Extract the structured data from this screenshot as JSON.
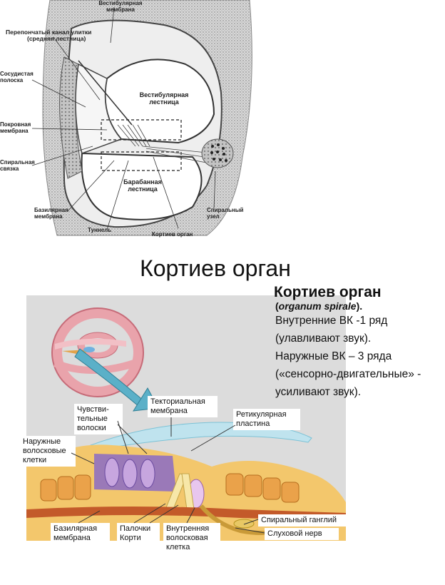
{
  "top_diagram": {
    "labels": {
      "vestibular_membrane": "Вестибулярная мембрана",
      "cochlear_duct": "Перепончатый канал улитки",
      "cochlear_duct_note": "(средняя лестница)",
      "stria_vascularis": "Сосудистая полоска",
      "tectorial_membrane": "Покровная мембрана",
      "spiral_ligament": "Спиральная связка",
      "basilar_membrane": "Базилярная мембрана",
      "tunnel": "Туннель",
      "organ_corti": "Кортиев орган",
      "spiral_ganglion": "Спиральный узел",
      "scala_vestibuli": "Вестибулярная лестница",
      "scala_tympani": "Барабанная лестница"
    }
  },
  "slide": {
    "title": "Кортиев орган",
    "right_title": "Кортиев орган",
    "right_subtitle_open": "(",
    "right_subtitle_latin": "organum spirale",
    "right_subtitle_close": ").",
    "lines": [
      "Внутренние ВК -1 ряд",
      "(улавливают звук).",
      "Наружные ВК – 3 ряда",
      "(«сенсорно-двигательные» -",
      "усиливают звук)."
    ],
    "callouts": {
      "sensory_hairs": "Чувстви-\nтельные\nволоски",
      "tectorial": "Текториальная\nмембрана",
      "reticular": "Ретикулярная\nпластина",
      "outer_hair_cells": "Наружные\nволосковые\nклетки",
      "basilar": "Базилярная\nмембрана",
      "pillars": "Палочки\nКорти",
      "inner_hair_cell": "Внутренняя\nволосковая\nклетка",
      "spiral_ganglion": "Спиральный ганглий",
      "auditory_nerve": "Слуховой нерв"
    }
  }
}
